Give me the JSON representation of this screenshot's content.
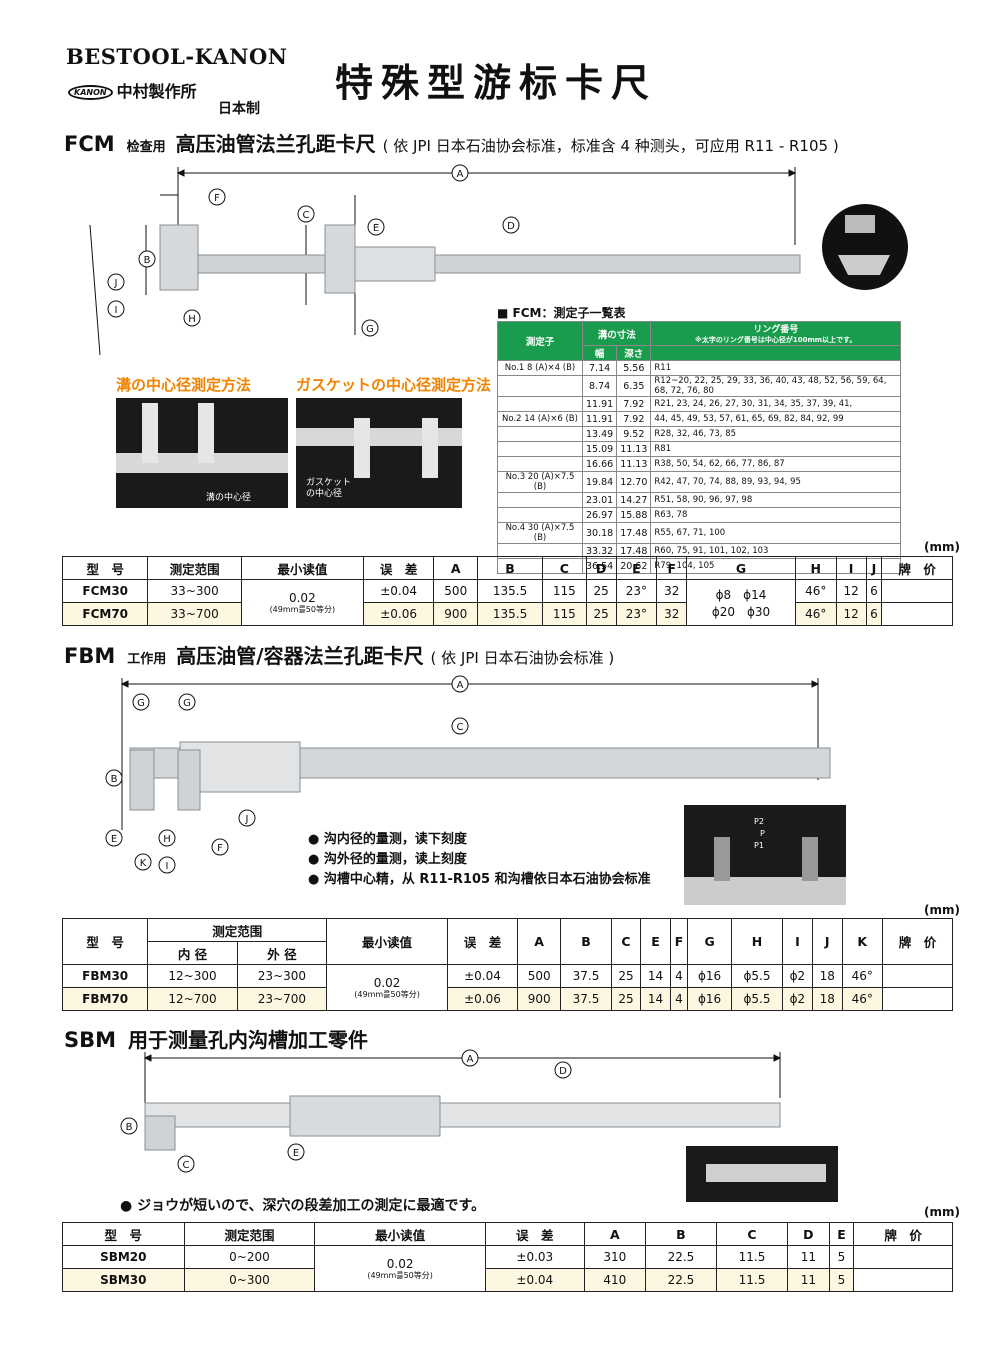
{
  "brand": {
    "line1": "BESTOOL-KANON",
    "logo": "KANON",
    "line2": "中村製作所",
    "line3": "日本制"
  },
  "title": "特殊型游标卡尺",
  "fcm": {
    "code": "FCM",
    "tag": "检查用",
    "name": "高压油管法兰孔距卡尺",
    "note": "( 依 JPI 日本石油协会标准，标准含 4 种测头，可应用 R11 - R105 )",
    "method1": "溝の中心径測定方法",
    "method2": "ガスケットの中心径測定方法",
    "photo1_label": "溝の中心径",
    "photo2_label": "ガスケット の中心径",
    "sub_title": "■ FCM：測定子一覧表",
    "sub_headers": {
      "probe": "測定子",
      "groove": "溝の寸法",
      "width": "幅",
      "depth": "深さ",
      "ring": "リング番号",
      "ring_note": "※太字のリング番号は中心径が100mm以上です。"
    },
    "sub_rows": [
      {
        "probe": "No.1 8 (A)×4 (B)",
        "w": "7.14",
        "d": "5.56",
        "ring": "R11"
      },
      {
        "probe": "",
        "w": "8.74",
        "d": "6.35",
        "ring": "R12~20, 22, 25, 29, 33, 36, 40, 43, 48, 52, 56, 59, 64, 68, 72, 76, 80"
      },
      {
        "probe": "",
        "w": "11.91",
        "d": "7.92",
        "ring": "R21, 23, 24, 26, 27, 30, 31, 34, 35, 37, 39, 41,"
      },
      {
        "probe": "No.2 14 (A)×6 (B)",
        "w": "11.91",
        "d": "7.92",
        "ring": "44, 45, 49, 53, 57, 61, 65, 69, 82, 84, 92, 99"
      },
      {
        "probe": "",
        "w": "13.49",
        "d": "9.52",
        "ring": "R28, 32, 46, 73, 85"
      },
      {
        "probe": "",
        "w": "15.09",
        "d": "11.13",
        "ring": "R81"
      },
      {
        "probe": "",
        "w": "16.66",
        "d": "11.13",
        "ring": "R38, 50, 54, 62, 66, 77, 86, 87"
      },
      {
        "probe": "No.3 20 (A)×7.5 (B)",
        "w": "19.84",
        "d": "12.70",
        "ring": "R42, 47, 70, 74, 88, 89, 93, 94, 95"
      },
      {
        "probe": "",
        "w": "23.01",
        "d": "14.27",
        "ring": "R51, 58, 90, 96, 97, 98"
      },
      {
        "probe": "",
        "w": "26.97",
        "d": "15.88",
        "ring": "R63, 78"
      },
      {
        "probe": "No.4 30 (A)×7.5 (B)",
        "w": "30.18",
        "d": "17.48",
        "ring": "R55, 67, 71, 100"
      },
      {
        "probe": "",
        "w": "33.32",
        "d": "17.48",
        "ring": "R60, 75, 91, 101, 102, 103"
      },
      {
        "probe": "",
        "w": "36.54",
        "d": "20.62",
        "ring": "R79, 104, 105"
      }
    ],
    "mm": "(mm)",
    "headers": [
      "型　号",
      "测定范围",
      "最小读值",
      "误　差",
      "A",
      "B",
      "C",
      "D",
      "E",
      "F",
      "G",
      "H",
      "I",
      "J",
      "牌　价"
    ],
    "reading": "0.02",
    "reading_note": "(49mm를50等分)",
    "rows": [
      {
        "model": "FCM30",
        "range": "33~300",
        "err": "±0.04",
        "A": "500",
        "B": "135.5",
        "C": "115",
        "D": "25",
        "E": "23°",
        "F": "32",
        "G": "ϕ8　ϕ14",
        "H": "46°",
        "I": "12",
        "J": "6"
      },
      {
        "model": "FCM70",
        "range": "33~700",
        "err": "±0.06",
        "A": "900",
        "B": "135.5",
        "C": "115",
        "D": "25",
        "E": "23°",
        "F": "32",
        "G": "ϕ20　ϕ30",
        "H": "46°",
        "I": "12",
        "J": "6"
      }
    ]
  },
  "fbm": {
    "code": "FBM",
    "tag": "工作用",
    "name": "高压油管/容器法兰孔距卡尺",
    "note": "( 依 JPI 日本石油协会标准 )",
    "bullets": [
      "沟内径的量测，读下刻度",
      "沟外径的量测，读上刻度",
      "沟槽中心精，从 R11-R105 和沟槽依日本石油协会标准"
    ],
    "mm": "(mm)",
    "headers": [
      "型　号",
      "测定范围",
      "内 径",
      "外 径",
      "最小读值",
      "误　差",
      "A",
      "B",
      "C",
      "E",
      "F",
      "G",
      "H",
      "I",
      "J",
      "K",
      "牌　价"
    ],
    "reading": "0.02",
    "reading_note": "(49mm를50等分)",
    "rows": [
      {
        "model": "FBM30",
        "in": "12~300",
        "out": "23~300",
        "err": "±0.04",
        "A": "500",
        "B": "37.5",
        "C": "25",
        "E": "14",
        "F": "4",
        "G": "ϕ16",
        "H": "ϕ5.5",
        "I": "ϕ2",
        "J": "18",
        "K": "46°"
      },
      {
        "model": "FBM70",
        "in": "12~700",
        "out": "23~700",
        "err": "±0.06",
        "A": "900",
        "B": "37.5",
        "C": "25",
        "E": "14",
        "F": "4",
        "G": "ϕ16",
        "H": "ϕ5.5",
        "I": "ϕ2",
        "J": "18",
        "K": "46°"
      }
    ]
  },
  "sbm": {
    "code": "SBM",
    "name": "用于测量孔内沟槽加工零件",
    "bullet": "● ジョウが短いので、深穴の段差加工の測定に最適です。",
    "mm": "(mm)",
    "headers": [
      "型　号",
      "测定范围",
      "最小读值",
      "误　差",
      "A",
      "B",
      "C",
      "D",
      "E",
      "牌　价"
    ],
    "reading": "0.02",
    "reading_note": "(49mm를50等分)",
    "rows": [
      {
        "model": "SBM20",
        "range": "0~200",
        "err": "±0.03",
        "A": "310",
        "B": "22.5",
        "C": "11.5",
        "D": "11",
        "E": "5"
      },
      {
        "model": "SBM30",
        "range": "0~300",
        "err": "±0.04",
        "A": "410",
        "B": "22.5",
        "C": "11.5",
        "D": "11",
        "E": "5"
      }
    ]
  },
  "dim_letters": {
    "A": "A",
    "B": "B",
    "C": "C",
    "D": "D",
    "E": "E",
    "F": "F",
    "G": "G",
    "H": "H",
    "I": "I",
    "J": "J",
    "K": "K",
    "P": "P",
    "P1": "P1",
    "P2": "P2"
  }
}
